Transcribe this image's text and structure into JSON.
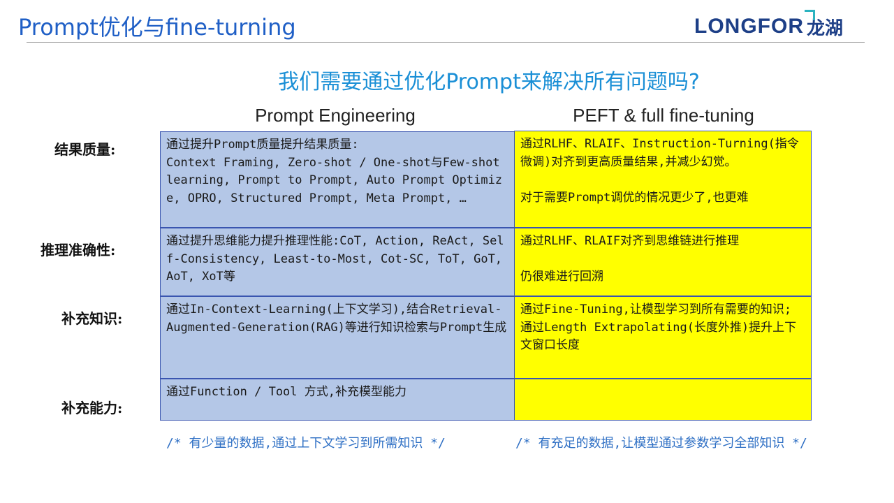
{
  "header": {
    "title": "Prompt优化与fine-turning",
    "logo_text": "LONGFOR",
    "logo_cn": "龙湖"
  },
  "question": "我们需要通过优化Prompt来解决所有问题吗?",
  "columns": {
    "left": "Prompt Engineering",
    "right": "PEFT & full fine-tuning"
  },
  "rows": [
    {
      "label": "结果质量:",
      "left": "通过提升Prompt质量提升结果质量:\nContext Framing, Zero-shot / One-shot与Few-shot learning, Prompt to Prompt, Auto Prompt Optimize, OPRO, Structured Prompt, Meta Prompt, …",
      "right": "通过RLHF、RLAIF、Instruction-Turning(指令微调)对齐到更高质量结果,并减少幻觉。\n\n对于需要Prompt调优的情况更少了,也更难"
    },
    {
      "label": "推理准确性:",
      "left": "通过提升思维能力提升推理性能:CoT, Action, ReAct, Self-Consistency, Least-to-Most, Cot-SC, ToT, GoT, AoT, XoT等",
      "right": "通过RLHF、RLAIF对齐到思维链进行推理\n\n仍很难进行回溯"
    },
    {
      "label": "补充知识:",
      "left": "通过In-Context-Learning(上下文学习),结合Retrieval-Augmented-Generation(RAG)等进行知识检索与Prompt生成",
      "right": "通过Fine-Tuning,让模型学习到所有需要的知识;\n通过Length Extrapolating(长度外推)提升上下文窗口长度"
    },
    {
      "label": "补充能力:",
      "left": "通过Function / Tool 方式,补充模型能力",
      "right": ""
    }
  ],
  "notes": {
    "left": "/* 有少量的数据,通过上下文学习到所需知识 */",
    "right": "/* 有充足的数据,让模型通过参数学习全部知识 */"
  },
  "colors": {
    "title_blue": "#1f5fc6",
    "question_blue": "#1a8fd6",
    "cell_blue": "#b4c7e7",
    "cell_yellow": "#ffff00",
    "border": "#3a55b0",
    "logo_navy": "#1d3f87",
    "logo_accent": "#2bb3c0"
  }
}
